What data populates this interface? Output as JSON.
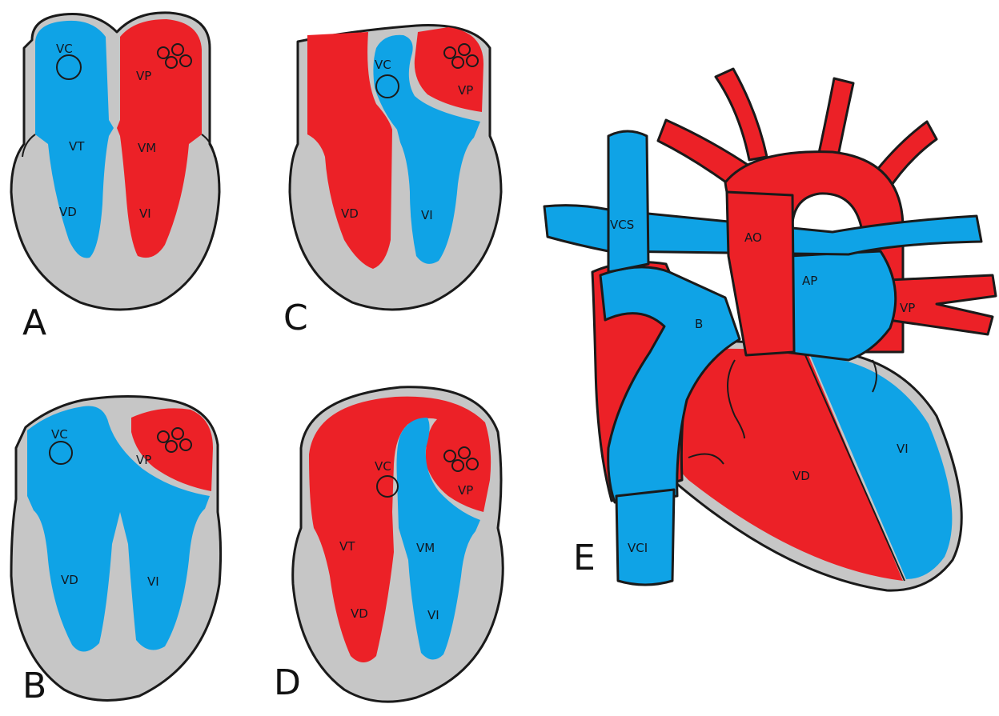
{
  "colors": {
    "oxygenated": "#ec2127",
    "deoxygenated": "#0fa3e6",
    "wall": "#c6c6c6",
    "outline": "#1a1a1a"
  },
  "panels": {
    "a": {
      "letter": "A",
      "vc": "VC",
      "vp": "VP",
      "vt": "VT",
      "vm": "VM",
      "vd": "VD",
      "vi": "VI"
    },
    "b": {
      "letter": "B",
      "vc": "VC",
      "vp": "VP",
      "vd": "VD",
      "vi": "VI"
    },
    "c": {
      "letter": "C",
      "vc": "VC",
      "vp": "VP",
      "vd": "VD",
      "vi": "VI"
    },
    "d": {
      "letter": "D",
      "vc": "VC",
      "vp": "VP",
      "vt": "VT",
      "vm": "VM",
      "vd": "VD",
      "vi": "VI"
    },
    "e": {
      "letter": "E",
      "vcs": "VCS",
      "ao": "AO",
      "ap": "AP",
      "vp": "VP",
      "b": "B",
      "vd": "VD",
      "vi": "VI",
      "vci": "VCI"
    }
  }
}
